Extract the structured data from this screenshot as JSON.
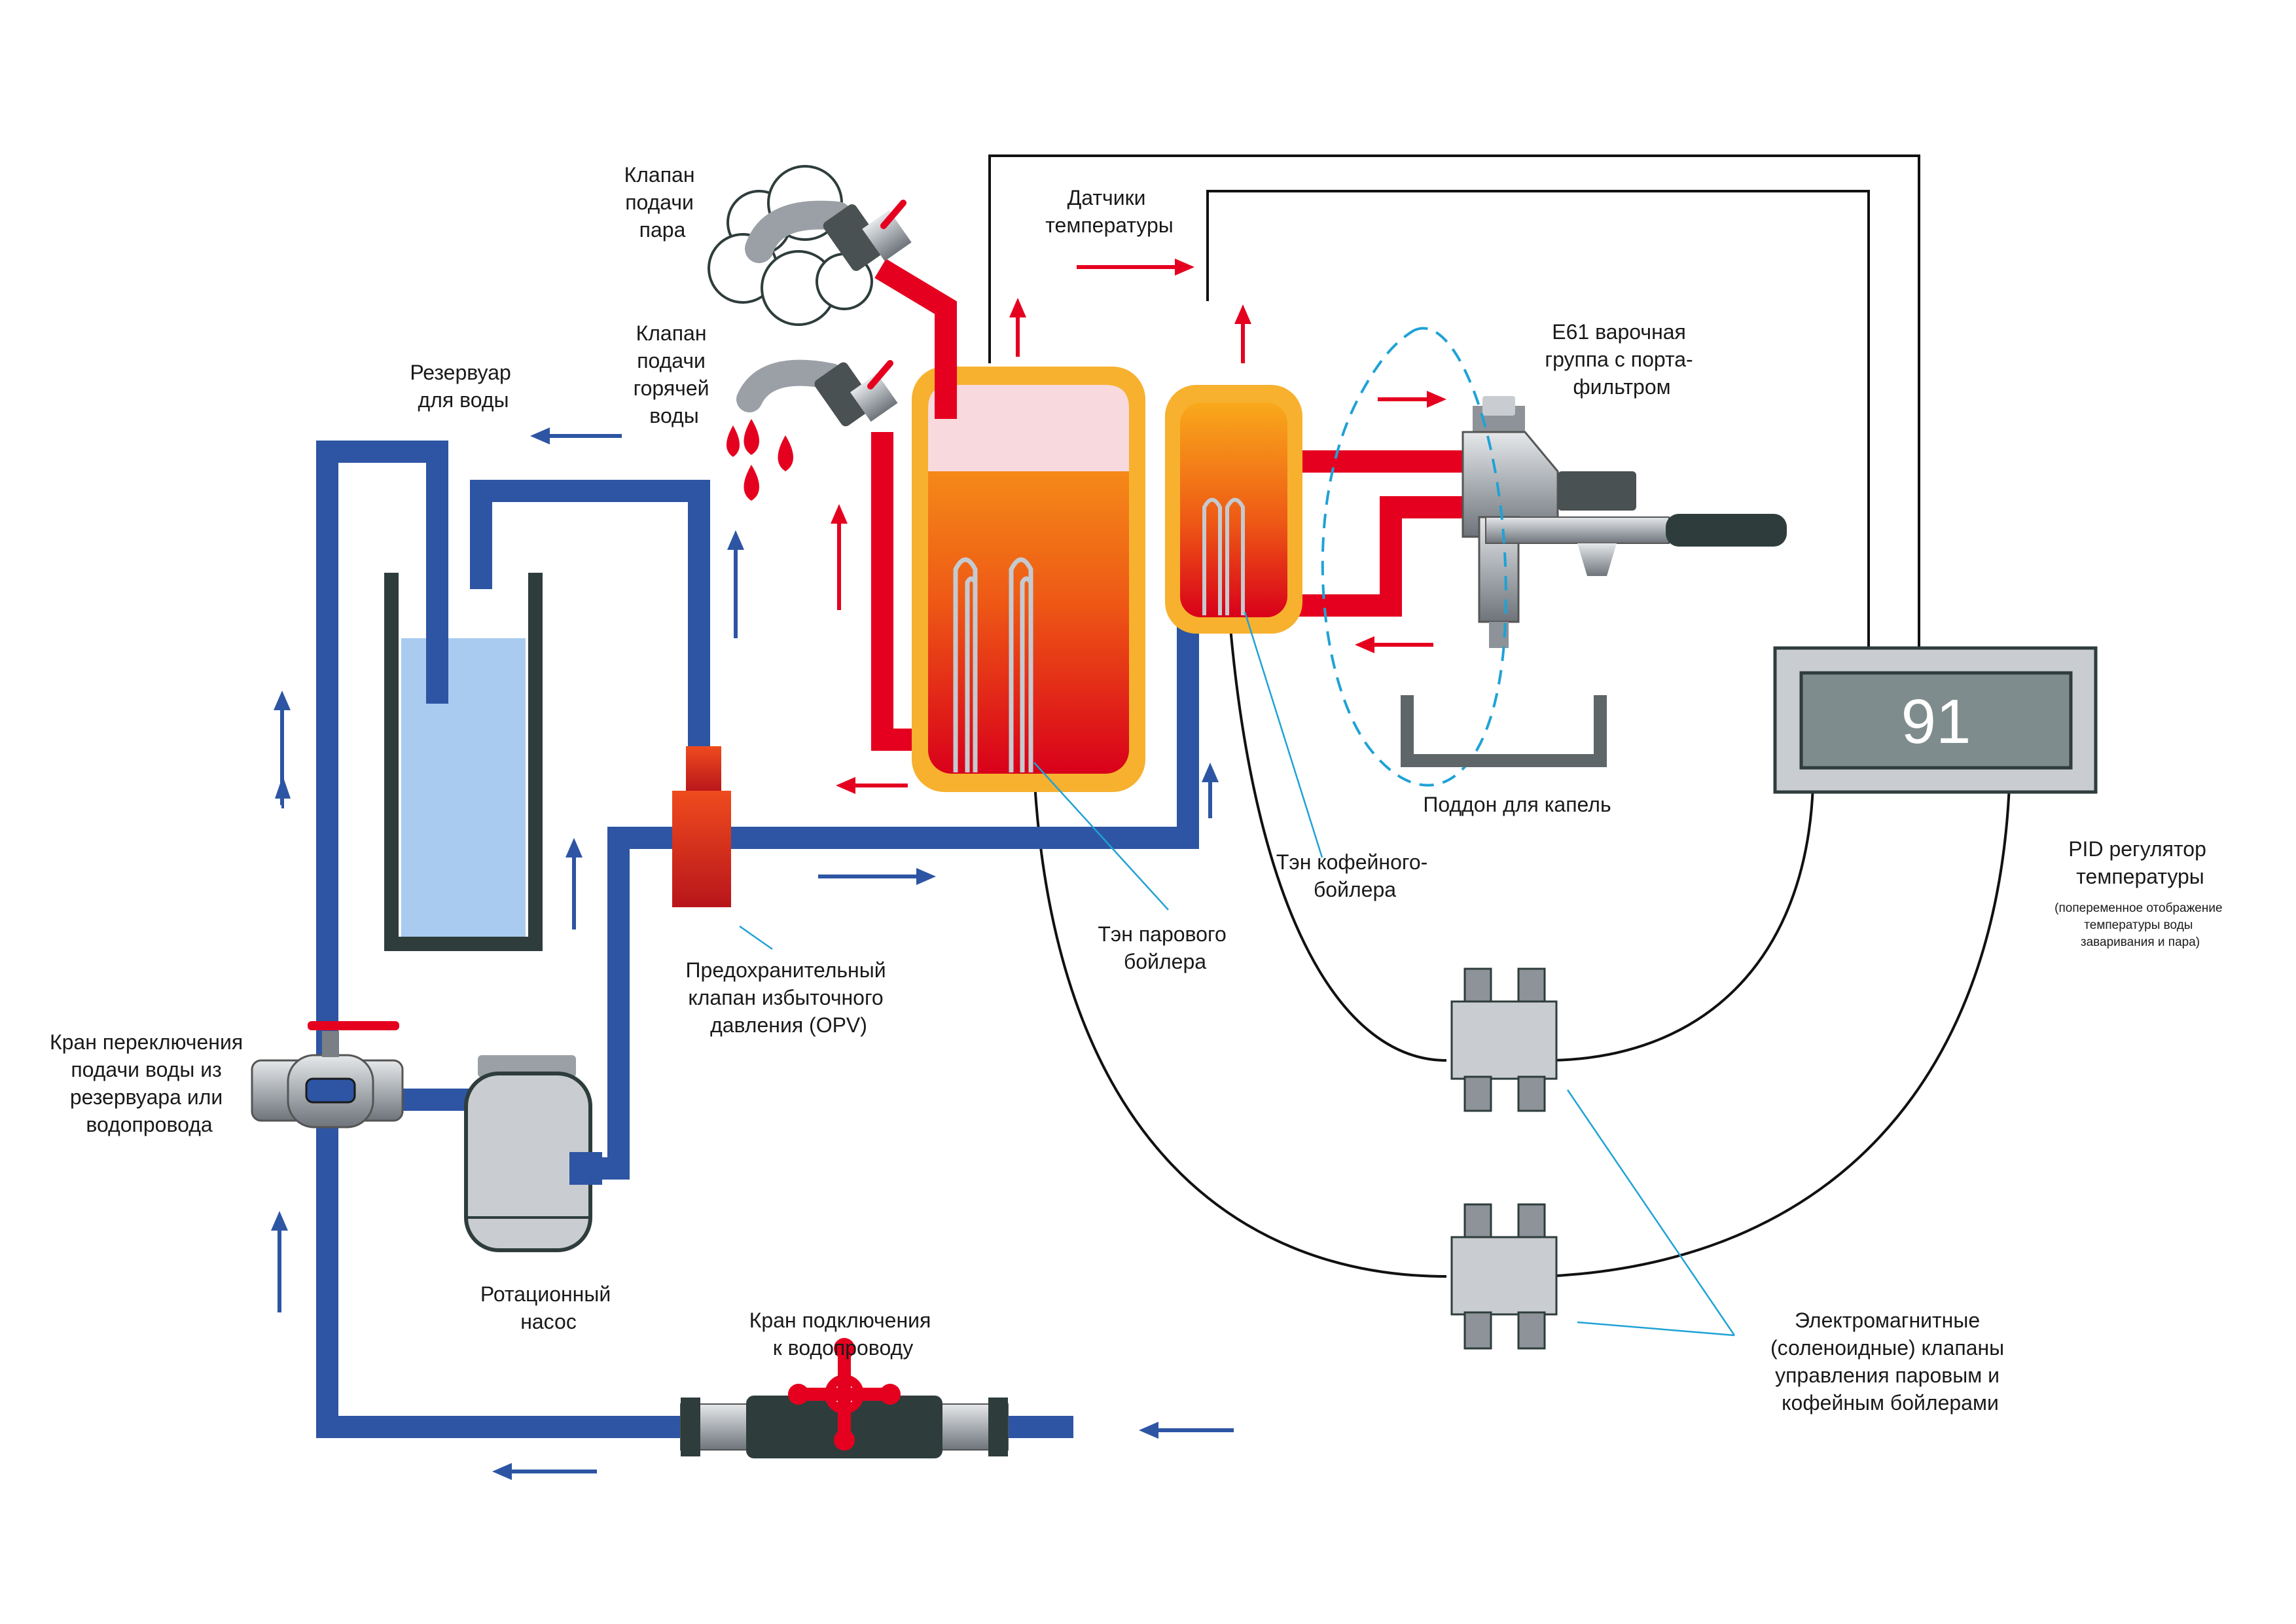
{
  "labels": {
    "steam_valve": [
      "Клапан",
      "подачи",
      "пара"
    ],
    "hot_water_valve": [
      "Клапан",
      "подачи",
      "горячей",
      "воды"
    ],
    "temperature_sensors": [
      "Датчики",
      "температуры"
    ],
    "reservoir": [
      "Резервуар",
      "для воды"
    ],
    "group": [
      "E61 варочная",
      "группа с порта-",
      "фильтром"
    ],
    "drip_tray": [
      "Поддон для капель"
    ],
    "coffee_heater": [
      "Тэн кофейного-",
      "бойлера"
    ],
    "steam_heater": [
      "Тэн парового",
      "бойлера"
    ],
    "opv": [
      "Предохранительный",
      "клапан избыточного",
      "давления (OPV)"
    ],
    "switch_valve": [
      "Кран переключения",
      "подачи воды из",
      "резервуара или",
      "водопровода"
    ],
    "pump": [
      "Ротационный",
      "насос"
    ],
    "mains_valve": [
      "Кран подключения",
      "к водопроводу"
    ],
    "solenoids": [
      "Электромагнитные",
      "(соленоидные) клапаны",
      "управления паровым и",
      "кофейным бойлерами"
    ],
    "pid_title": [
      "PID регулятор",
      "температуры"
    ],
    "pid_note": [
      "(попеременное отображение",
      "температуры воды",
      "заваривания и пара)"
    ]
  },
  "pid": {
    "readout": "91"
  },
  "colors": {
    "water_pipe": "#2d55a3",
    "hot_pipe": "#e5001f",
    "boiler_shell": "#f7b12f",
    "reservoir_water": "#a9cbf0",
    "pointer_line": "#1fa2d6"
  }
}
